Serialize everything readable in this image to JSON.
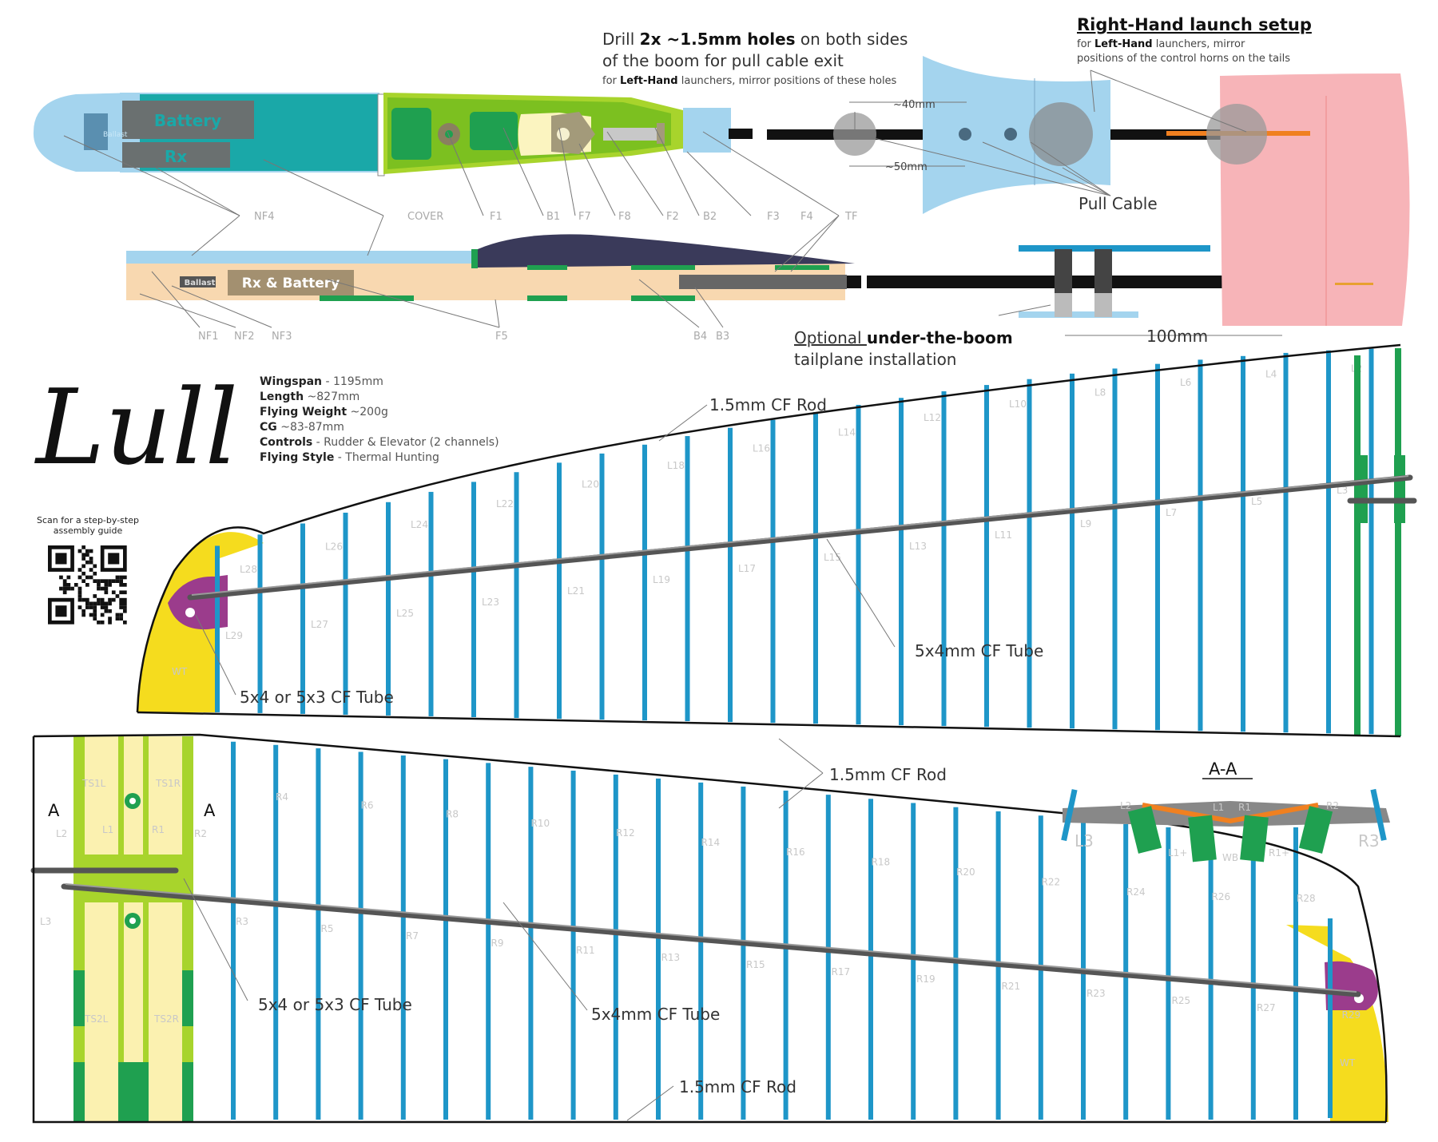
{
  "title": "Lull",
  "specs": [
    {
      "label": "Wingspan",
      "value": " - 1195mm"
    },
    {
      "label": "Length",
      "value": " ~827mm"
    },
    {
      "label": "Flying Weight",
      "value": " ~200g"
    },
    {
      "label": "CG",
      "value": " ~83-87mm"
    },
    {
      "label": "Controls",
      "value": " - Rudder & Elevator (2 channels)"
    },
    {
      "label": "Flying Style",
      "value": " - Thermal Hunting"
    }
  ],
  "qr_caption": "Scan for a step-by-step assembly guide",
  "fuselage": {
    "battery": "Battery",
    "rx": "Rx",
    "ballast": "Ballast",
    "side_ballast": "Ballast",
    "rx_battery": "Rx & Battery",
    "parts_top": [
      "NF4",
      "COVER",
      "F1",
      "B1",
      "F7",
      "F8",
      "F2",
      "B2",
      "F3",
      "F4",
      "TF"
    ],
    "parts_bottom": [
      "NF1",
      "NF2",
      "NF3",
      "F5",
      "B4",
      "B3"
    ]
  },
  "callouts": {
    "drill_pre": "Drill ",
    "drill_bold": "2x ~1.5mm holes",
    "drill_post": " on both sides",
    "drill_line2": "of the boom for pull cable exit",
    "drill_note_pre": "for ",
    "drill_note_bold": "Left-Hand",
    "drill_note_post": " launchers, mirror positions of these holes",
    "dim_40": "~40mm",
    "dim_50": "~50mm",
    "pull_cable": "Pull Cable",
    "rh_title": "Right-Hand launch setup",
    "rh_note_pre": "for ",
    "rh_note_bold": "Left-Hand",
    "rh_note_post": " launchers, mirror",
    "rh_note_line2": "positions of the control horns on the tails",
    "optional_pre": "Optional ",
    "optional_bold": "under-the-boom",
    "optional_line2": "tailplane installation",
    "dim_100": "100mm"
  },
  "left_wing": {
    "cf_rod": "1.5mm CF Rod",
    "main_tube": "5x4mm CF Tube",
    "tip_tube": "5x4 or 5x3 CF Tube",
    "tip": "WT",
    "ribs_top": [
      "L28",
      "L26",
      "L24",
      "L22",
      "L20",
      "L18",
      "L16",
      "L14",
      "L12",
      "L10",
      "L8",
      "L6",
      "L4",
      "L2",
      "L1"
    ],
    "ribs_bottom": [
      "L29",
      "L27",
      "L25",
      "L23",
      "L21",
      "L19",
      "L17",
      "L15",
      "L13",
      "L11",
      "L9",
      "L7",
      "L5",
      "L3"
    ]
  },
  "right_wing": {
    "cf_rod_top": "1.5mm CF Rod",
    "cf_rod_bottom": "1.5mm CF Rod",
    "main_tube": "5x4mm CF Tube",
    "tip_tube": "5x4 or 5x3 CF Tube",
    "tip": "WT",
    "section_mark": "A",
    "center_labels": [
      "TS1L",
      "TS1R",
      "TS2L",
      "TS2R",
      "L2",
      "L1",
      "R1",
      "R2",
      "L3"
    ],
    "ribs_top": [
      "R4",
      "R6",
      "R8",
      "R10",
      "R12",
      "R14",
      "R16",
      "R18",
      "R20",
      "R22",
      "R24",
      "R26",
      "R28"
    ],
    "ribs_bottom": [
      "R3",
      "R5",
      "R7",
      "R9",
      "R11",
      "R13",
      "R15",
      "R17",
      "R19",
      "R21",
      "R23",
      "R25",
      "R27",
      "R29"
    ]
  },
  "section": {
    "title": "A-A",
    "labels": [
      "L2",
      "L1",
      "R1",
      "R2",
      "L3",
      "R3",
      "L1+",
      "WB",
      "R1+"
    ]
  },
  "colors": {
    "rib": "#1e96c8",
    "spar": "#1fa050",
    "wingtip": "#f5dc1e",
    "tip_block": "#9b3c8c",
    "center_section": "#a8d42c",
    "nose": "#a4d4ee",
    "fuselage_teal": "#1aa8a8",
    "fin": "#f7b4b8",
    "control_horn": "#f08020"
  }
}
